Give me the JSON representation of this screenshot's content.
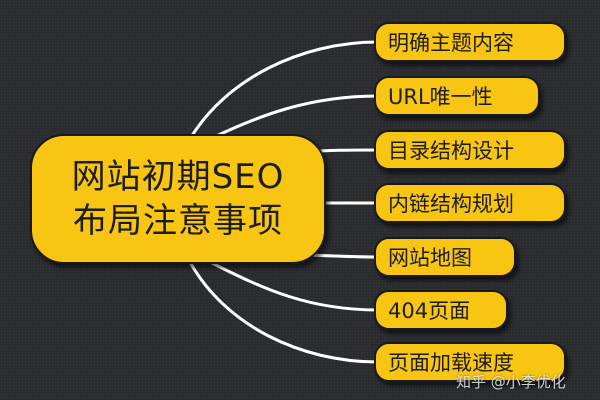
{
  "colors": {
    "background": "#2a2c30",
    "node_fill": "#f8c512",
    "node_border": "#1a1a1a",
    "text": "#1d1d1d",
    "connector": "#ffffff"
  },
  "center": {
    "line1": "网站初期SEO",
    "line2": "布局注意事项"
  },
  "branches": [
    {
      "label": "明确主题内容"
    },
    {
      "label": "URL唯一性"
    },
    {
      "label": "目录结构设计"
    },
    {
      "label": "内链结构规划"
    },
    {
      "label": "网站地图"
    },
    {
      "label": "404页面"
    },
    {
      "label": "页面加载速度"
    }
  ],
  "watermark": "知乎 @小李优化"
}
